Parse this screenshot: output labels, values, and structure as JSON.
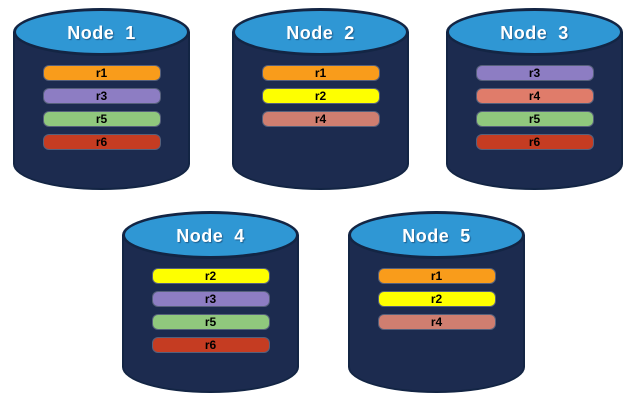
{
  "colors": {
    "background": "#FFFFFF",
    "cylinder_body": "#1C2B4F",
    "cylinder_top": "#2F97D4",
    "cylinder_outline": "#132544",
    "label_text": "#FFFFFF",
    "bar_text": "#000000"
  },
  "replica_palette": {
    "r1": "#F99C1B",
    "r2": "#FEFF00",
    "r3": "#8D7DC3",
    "r4": "#CF7E70",
    "r5": "#90C87D",
    "r6": "#C53C22"
  },
  "nodes": [
    {
      "label": "Node  1",
      "replicas": [
        {
          "id": "r1",
          "color": "#F99C1B"
        },
        {
          "id": "r3",
          "color": "#8D7DC3"
        },
        {
          "id": "r5",
          "color": "#90C87D"
        },
        {
          "id": "r6",
          "color": "#C53C22"
        }
      ]
    },
    {
      "label": "Node  2",
      "replicas": [
        {
          "id": "r1",
          "color": "#F99C1B"
        },
        {
          "id": "r2",
          "color": "#FEFF00"
        },
        {
          "id": "r4",
          "color": "#CF7E70"
        }
      ]
    },
    {
      "label": "Node  3",
      "replicas": [
        {
          "id": "r3",
          "color": "#8D7DC3"
        },
        {
          "id": "r4",
          "color": "#E07C6A"
        },
        {
          "id": "r5",
          "color": "#90C87D"
        },
        {
          "id": "r6",
          "color": "#C53C22"
        }
      ]
    },
    {
      "label": "Node  4",
      "replicas": [
        {
          "id": "r2",
          "color": "#FEFF00"
        },
        {
          "id": "r3",
          "color": "#8D7DC3"
        },
        {
          "id": "r5",
          "color": "#90C87D"
        },
        {
          "id": "r6",
          "color": "#C53C22"
        }
      ]
    },
    {
      "label": "Node  5",
      "replicas": [
        {
          "id": "r1",
          "color": "#F99C1B"
        },
        {
          "id": "r2",
          "color": "#FEFF00"
        },
        {
          "id": "r4",
          "color": "#CF7E70"
        }
      ]
    }
  ]
}
